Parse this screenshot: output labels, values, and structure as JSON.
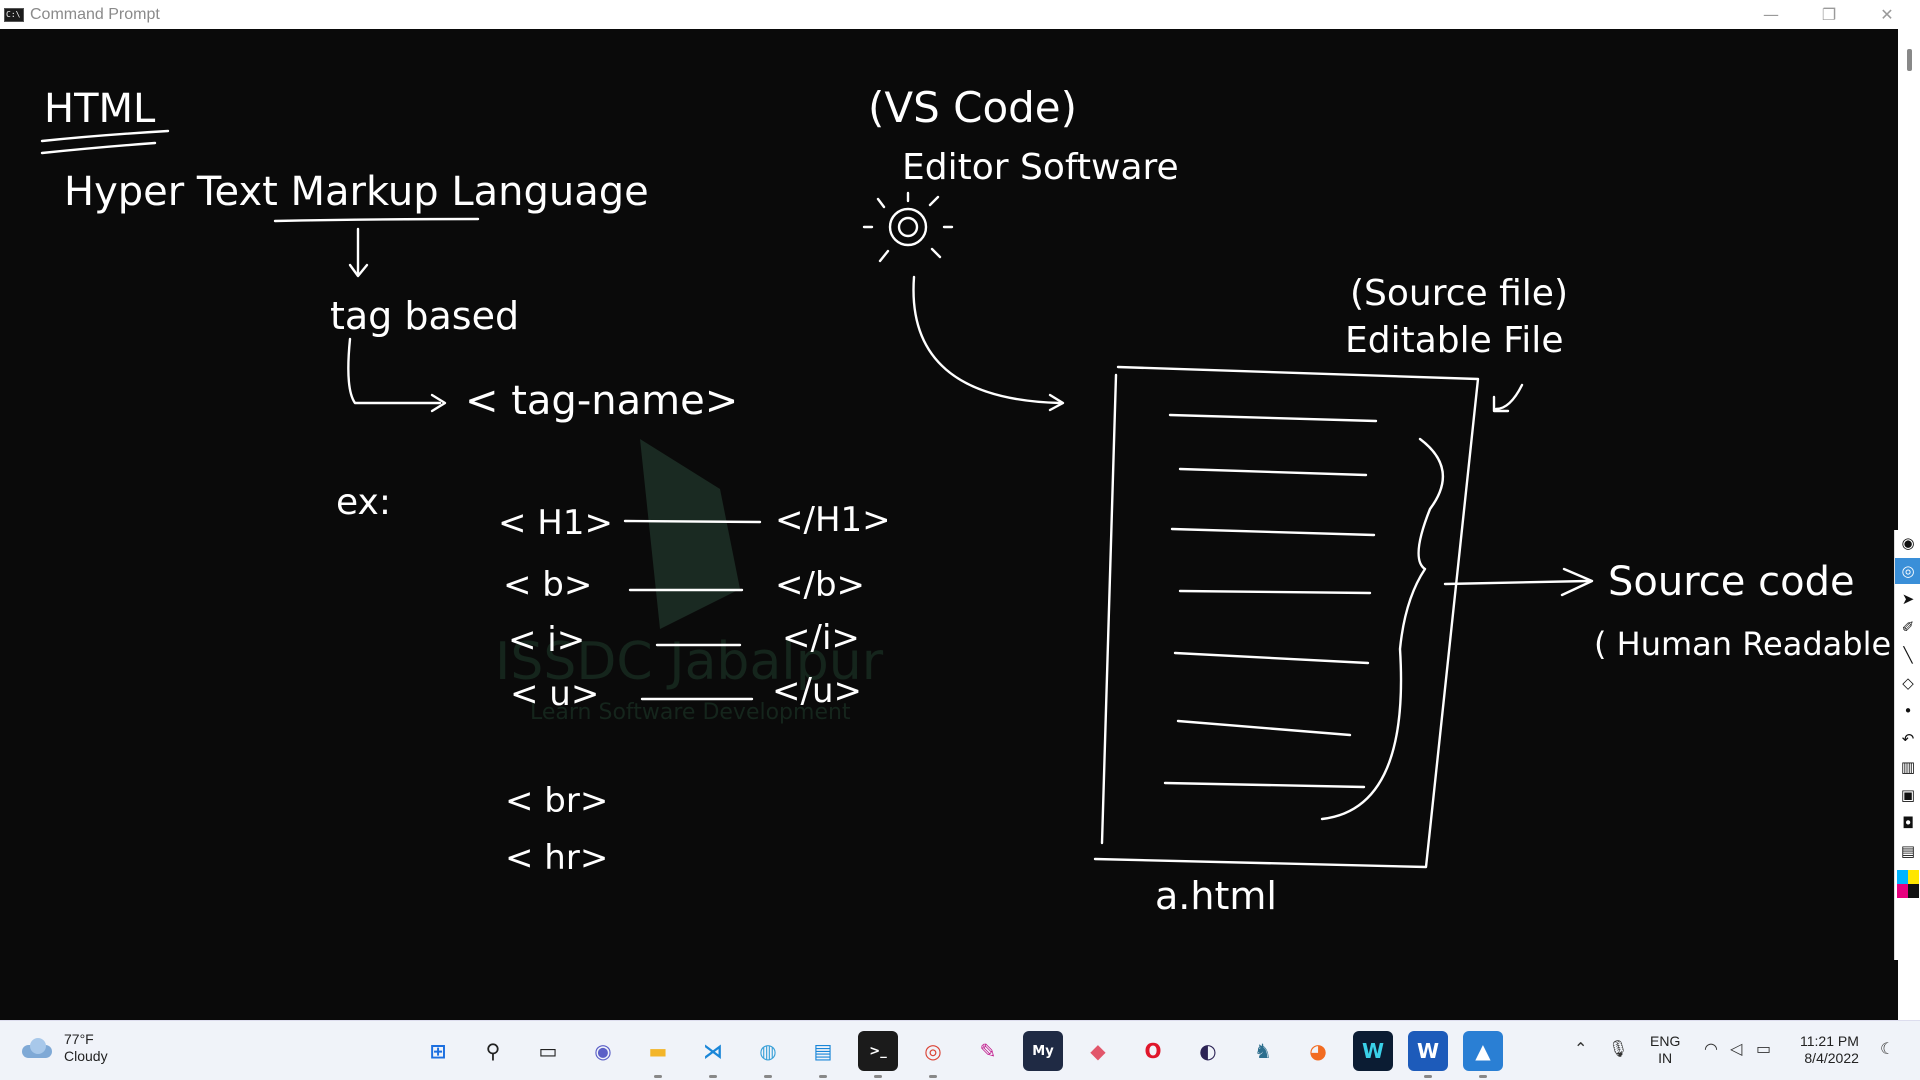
{
  "window": {
    "title": "Command Prompt",
    "minimize": "—",
    "restore": "❐",
    "close": "✕"
  },
  "whiteboard": {
    "heading": "HTML",
    "expansion": "Hyper Text Markup Language",
    "tag_based": "tag based",
    "tag_syntax": "< tag-name>",
    "example_label": "ex:",
    "tag_pairs": [
      {
        "open": "< H1>",
        "close": "</H1>"
      },
      {
        "open": "< b>",
        "close": "</b>"
      },
      {
        "open": "< i>",
        "close": "</i>"
      },
      {
        "open": "< u>",
        "close": "</u>"
      }
    ],
    "single_tags": [
      "< br>",
      "< hr>"
    ],
    "editor_name": "(VS Code)",
    "editor_caption": "Editor Software",
    "source_file_label": "(Source file)",
    "editable_label": "Editable File",
    "source_code_label": "Source code",
    "human_readable": "( Human Readable",
    "file_name": "a.html",
    "watermark_title": "ISSDC Jabalpur",
    "watermark_subtitle": "Learn Software Development"
  },
  "taskbar": {
    "weather_temp": "77°F",
    "weather_desc": "Cloudy",
    "apps": [
      {
        "name": "start",
        "glyph": "⊞",
        "color": "#1c6fe0",
        "bg": "transparent"
      },
      {
        "name": "search",
        "glyph": "⚲",
        "color": "#222",
        "bg": "transparent"
      },
      {
        "name": "task-view",
        "glyph": "▭",
        "color": "#222",
        "bg": "transparent"
      },
      {
        "name": "teams-chat",
        "glyph": "◉",
        "color": "#5b5fc7",
        "bg": "transparent"
      },
      {
        "name": "file-explorer",
        "glyph": "▬",
        "color": "#f3b52a",
        "bg": "transparent"
      },
      {
        "name": "vscode",
        "glyph": "⋊",
        "color": "#1a86d8",
        "bg": "transparent"
      },
      {
        "name": "network-app",
        "glyph": "◍",
        "color": "#39a0d8",
        "bg": "transparent"
      },
      {
        "name": "notepad",
        "glyph": "▤",
        "color": "#1a86d8",
        "bg": "transparent"
      },
      {
        "name": "terminal",
        "glyph": ">_",
        "color": "#fff",
        "bg": "#1b1b1b"
      },
      {
        "name": "chrome",
        "glyph": "◎",
        "color": "#db4437",
        "bg": "transparent"
      },
      {
        "name": "pen-app",
        "glyph": "✎",
        "color": "#c21c8e",
        "bg": "transparent"
      },
      {
        "name": "mysql",
        "glyph": "My",
        "color": "#fff",
        "bg": "#1f2a44"
      },
      {
        "name": "eraser-app",
        "glyph": "◆",
        "color": "#e2566b",
        "bg": "transparent"
      },
      {
        "name": "opera",
        "glyph": "O",
        "color": "#e0162b",
        "bg": "transparent"
      },
      {
        "name": "eclipse",
        "glyph": "◐",
        "color": "#2c2255",
        "bg": "transparent"
      },
      {
        "name": "app-dark",
        "glyph": "♞",
        "color": "#2d6e8e",
        "bg": "transparent"
      },
      {
        "name": "firefox",
        "glyph": "◕",
        "color": "#f26b21",
        "bg": "transparent"
      },
      {
        "name": "webex",
        "glyph": "W",
        "color": "#3ad0e8",
        "bg": "#0b1c33"
      },
      {
        "name": "word",
        "glyph": "W",
        "color": "#fff",
        "bg": "#1d5bba"
      },
      {
        "name": "photos",
        "glyph": "▲",
        "color": "#fff",
        "bg": "#2a7fd4"
      }
    ],
    "lang_line1": "ENG",
    "lang_line2": "IN",
    "time": "11:21 PM",
    "date": "8/4/2022"
  }
}
